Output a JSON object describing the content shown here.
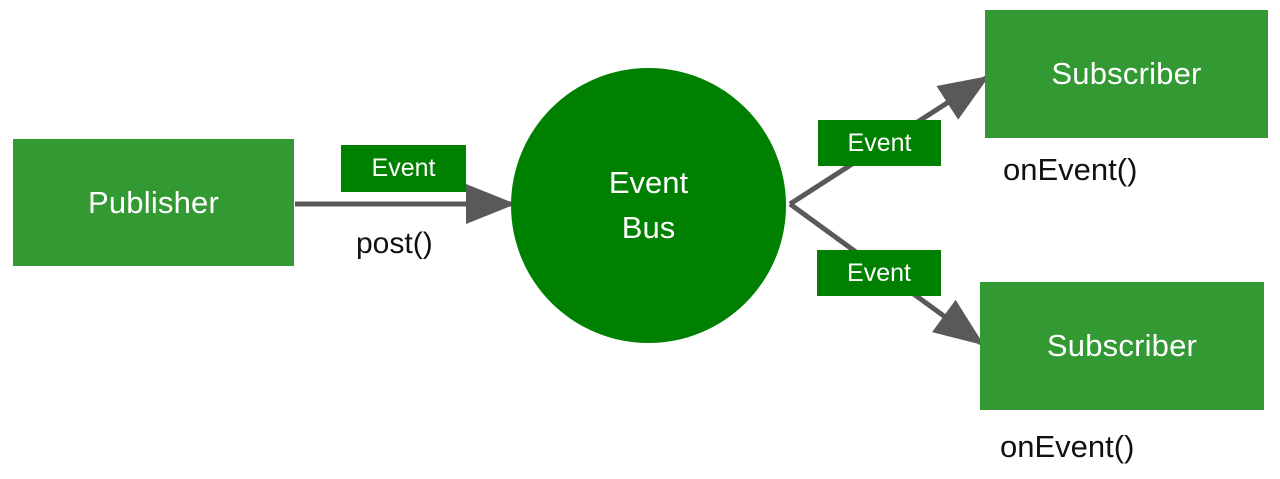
{
  "diagram": {
    "title": "Event Bus publish-subscribe diagram",
    "colors": {
      "node_green": "#339933",
      "accent_green": "#008000",
      "edge_gray": "#595959",
      "text_dark": "#111111",
      "text_light": "#ffffff",
      "background": "#ffffff"
    },
    "nodes": {
      "publisher": {
        "label": "Publisher"
      },
      "event_bus": {
        "line1": "Event",
        "line2": "Bus"
      },
      "subscriber_top": {
        "label": "Subscriber"
      },
      "subscriber_bottom": {
        "label": "Subscriber"
      }
    },
    "chips": {
      "post_event": {
        "label": "Event"
      },
      "deliver_event_top": {
        "label": "Event"
      },
      "deliver_event_bottom": {
        "label": "Event"
      }
    },
    "edge_labels": {
      "post": {
        "label": "post()"
      }
    },
    "captions": {
      "on_event_top": {
        "label": "onEvent()"
      },
      "on_event_bottom": {
        "label": "onEvent()"
      }
    }
  }
}
